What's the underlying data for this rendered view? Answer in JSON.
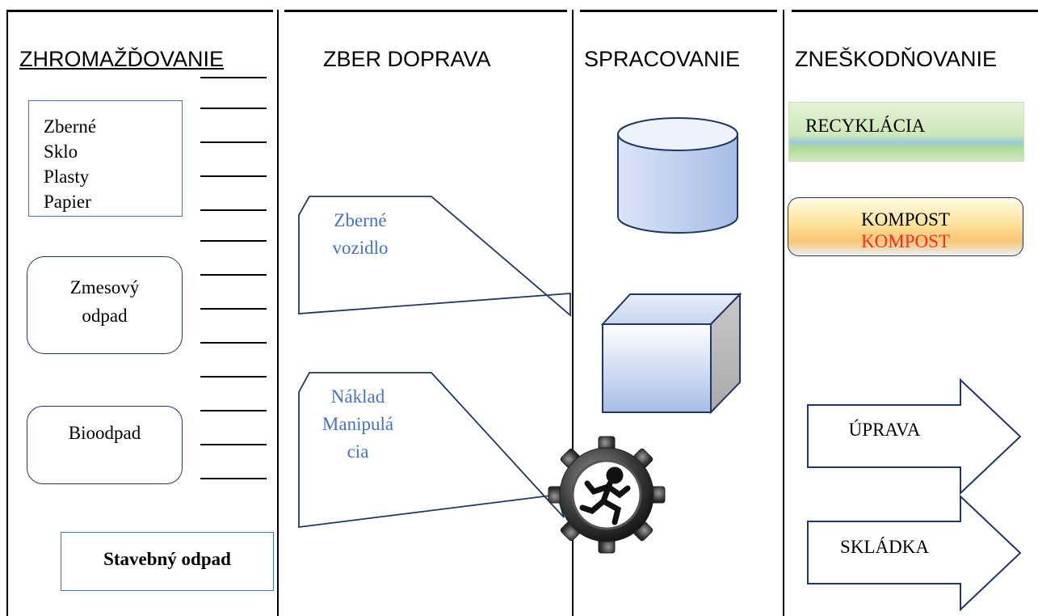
{
  "headers": {
    "col1": "ZHROMAŽĎOVANIE",
    "col2": "ZBER DOPRAVA",
    "col3": "SPRACOVANIE",
    "col4": "ZNEŠKODŇOVANIE"
  },
  "collection": {
    "recyclables_lines": [
      "Zberné",
      "Sklo",
      "Plasty",
      "Papier"
    ],
    "mixed_waste_line1": "Zmesový",
    "mixed_waste_line2": "odpad",
    "biowaste": "Bioodpad",
    "construction_waste": "Stavebný odpad"
  },
  "transport": {
    "vehicle_line1": "Zberné",
    "vehicle_line2": "vozidlo",
    "cost_line1": "Náklad",
    "cost_line2": "Manipulá",
    "cost_line3": "cia"
  },
  "disposal": {
    "recycling": "RECYKLÁCIA",
    "compost": "KOMPOST",
    "treatment": "ÚPRAVA",
    "landfill": "SKLÁDKA"
  },
  "colors": {
    "border_blue": "#4472c4",
    "shape_navy": "#1f3864",
    "green_gradient_top": "#d7ecc6",
    "green_gradient_bottom": "#7fc06b",
    "compost_orange": "#f8c674",
    "compost_red_ghost": "#ff2a2a"
  },
  "icons": {
    "processing_cylinder": "cylinder-icon",
    "processing_cube": "cube-icon",
    "gear_runner": "gear-runner-icon"
  }
}
